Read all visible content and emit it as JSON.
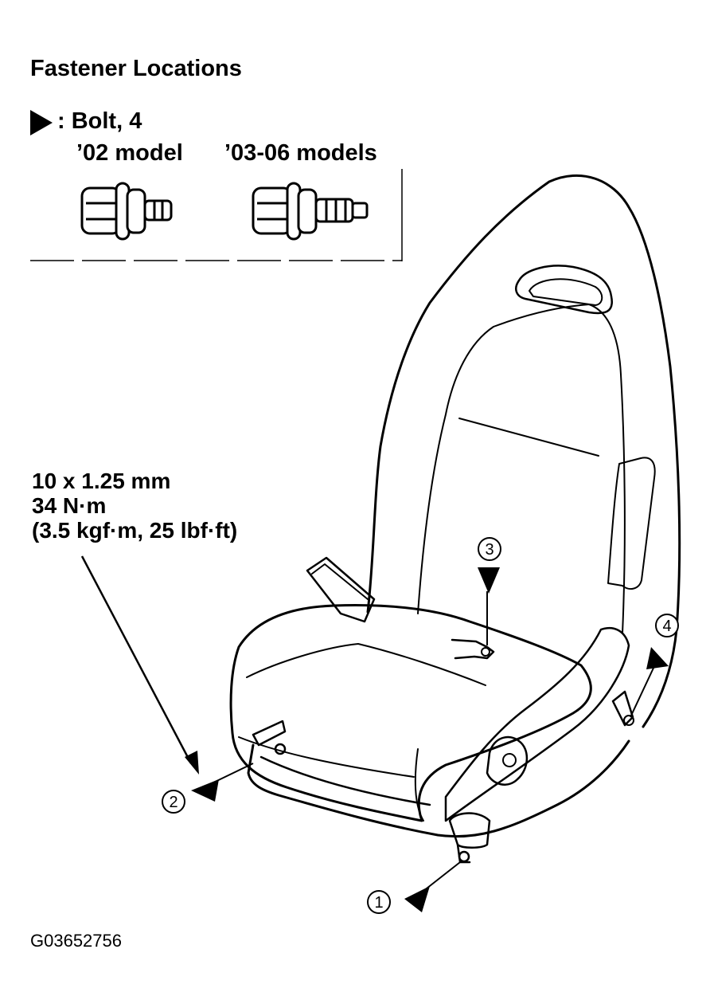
{
  "title": "Fastener Locations",
  "legend": {
    "icon": "triangle-pointer-icon",
    "text": ": Bolt, 4"
  },
  "models": {
    "a": "’02 model",
    "b": "’03-06 models"
  },
  "torque_spec": {
    "line1": "10 x 1.25 mm",
    "line2": "34 N·m",
    "line3": "(3.5 kgf·m, 25 lbf·ft)"
  },
  "callouts": [
    "1",
    "2",
    "3",
    "4"
  ],
  "figure_id": "G03652756"
}
